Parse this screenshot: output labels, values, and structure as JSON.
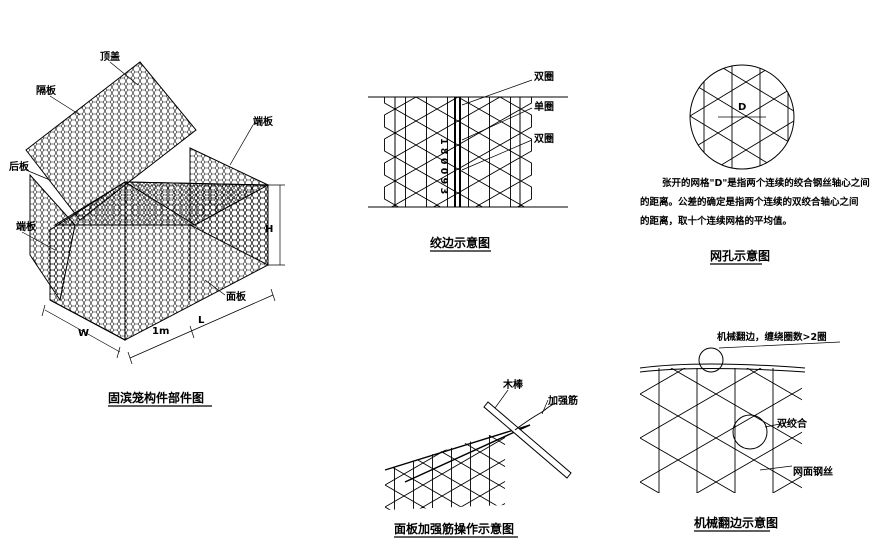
{
  "gabion": {
    "labels": {
      "lid": "顶盖",
      "diaphragm": "隔板",
      "back": "后板",
      "end_right": "端板",
      "end_left": "端板",
      "front": "面板",
      "h": "H",
      "w": "W",
      "one_m": "1m",
      "l": "L"
    },
    "caption": "固滨笼构件部件图"
  },
  "selvedge": {
    "labels": {
      "double_top": "双圈",
      "single": "单圈",
      "double_bottom": "双圈",
      "inner_dims": "1 8 0 0 9 3"
    },
    "caption": "绞边示意图"
  },
  "mesh_hole": {
    "d_label": "D",
    "note_lines": [
      "张开的网格\"D\"是指两个连续的绞合钢丝轴心之间",
      "的距离。公差的确定是指两个连续的双绞合轴心之间",
      "的距离，取十个连续网格的平均值。"
    ],
    "caption": "网孔示意图"
  },
  "stiffener": {
    "labels": {
      "stick": "木棒",
      "wire": "加强筋"
    },
    "caption": "面板加强筋操作示意图"
  },
  "machine_edge": {
    "labels": {
      "top_note": "机械翻边，缠绕圈数>2圈",
      "double_twist": "双绞合",
      "mesh_wire": "网面钢丝"
    },
    "caption": "机械翻边示意图"
  }
}
